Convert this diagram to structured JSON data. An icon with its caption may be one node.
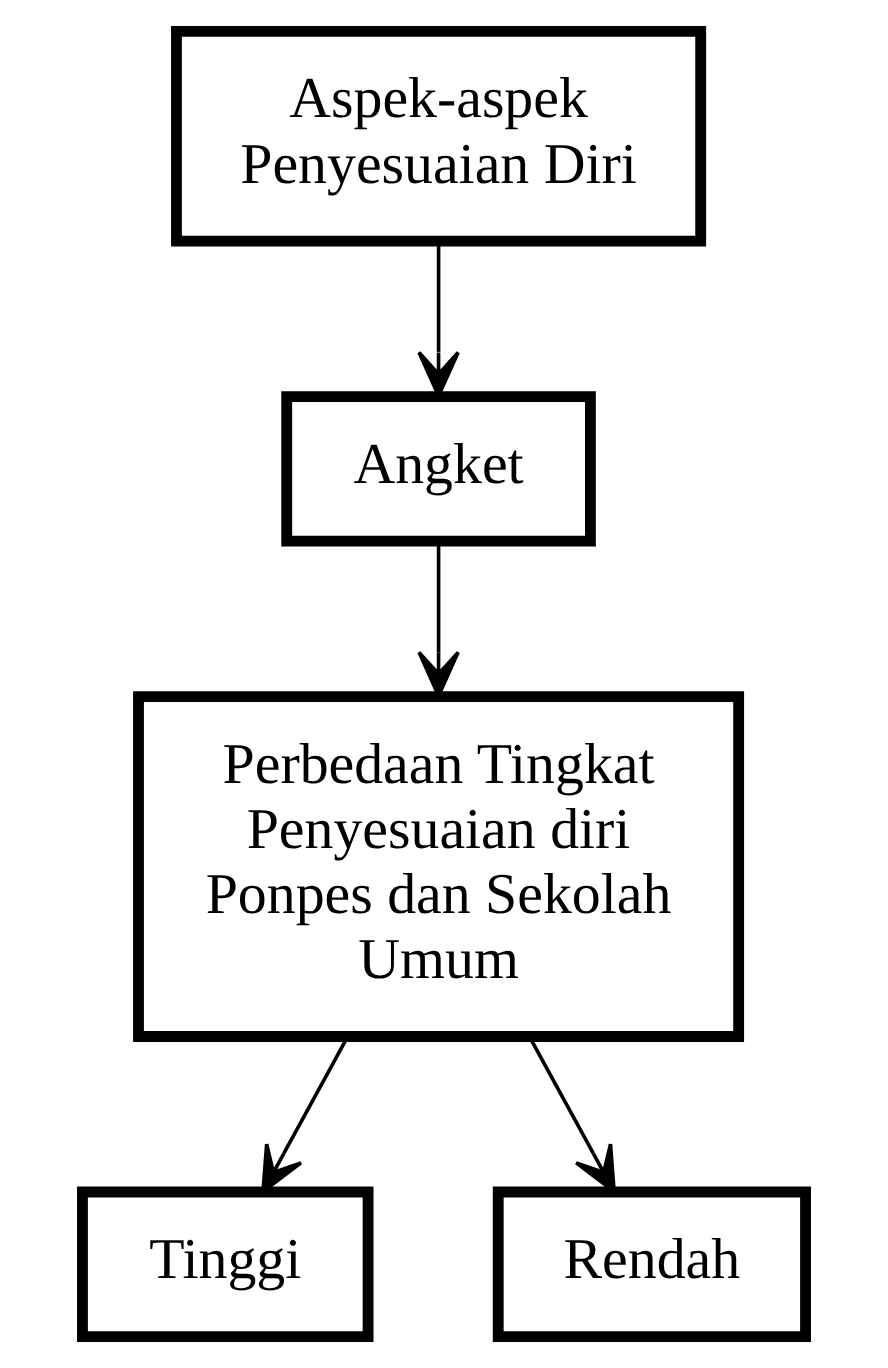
{
  "diagram": {
    "nodes": [
      {
        "text": [
          "Aspek-aspek Penyesuaian Diri"
        ]
      },
      {
        "text": [
          "Angket"
        ]
      },
      {
        "text": [
          "Perbedaan Tingkat Penyesuaian diri Ponpes dan Sekolah Umum"
        ]
      },
      {
        "text": [
          "Tinggi"
        ]
      },
      {
        "text": [
          "Rendah"
        ]
      }
    ],
    "edges": [
      {
        "from": 0,
        "to": 1,
        "arrow": "to"
      },
      {
        "from": 1,
        "to": 2,
        "arrow": "to"
      },
      {
        "from": 2,
        "to": 3,
        "arrow": "to"
      },
      {
        "from": 2,
        "to": 4,
        "arrow": "to"
      }
    ]
  }
}
